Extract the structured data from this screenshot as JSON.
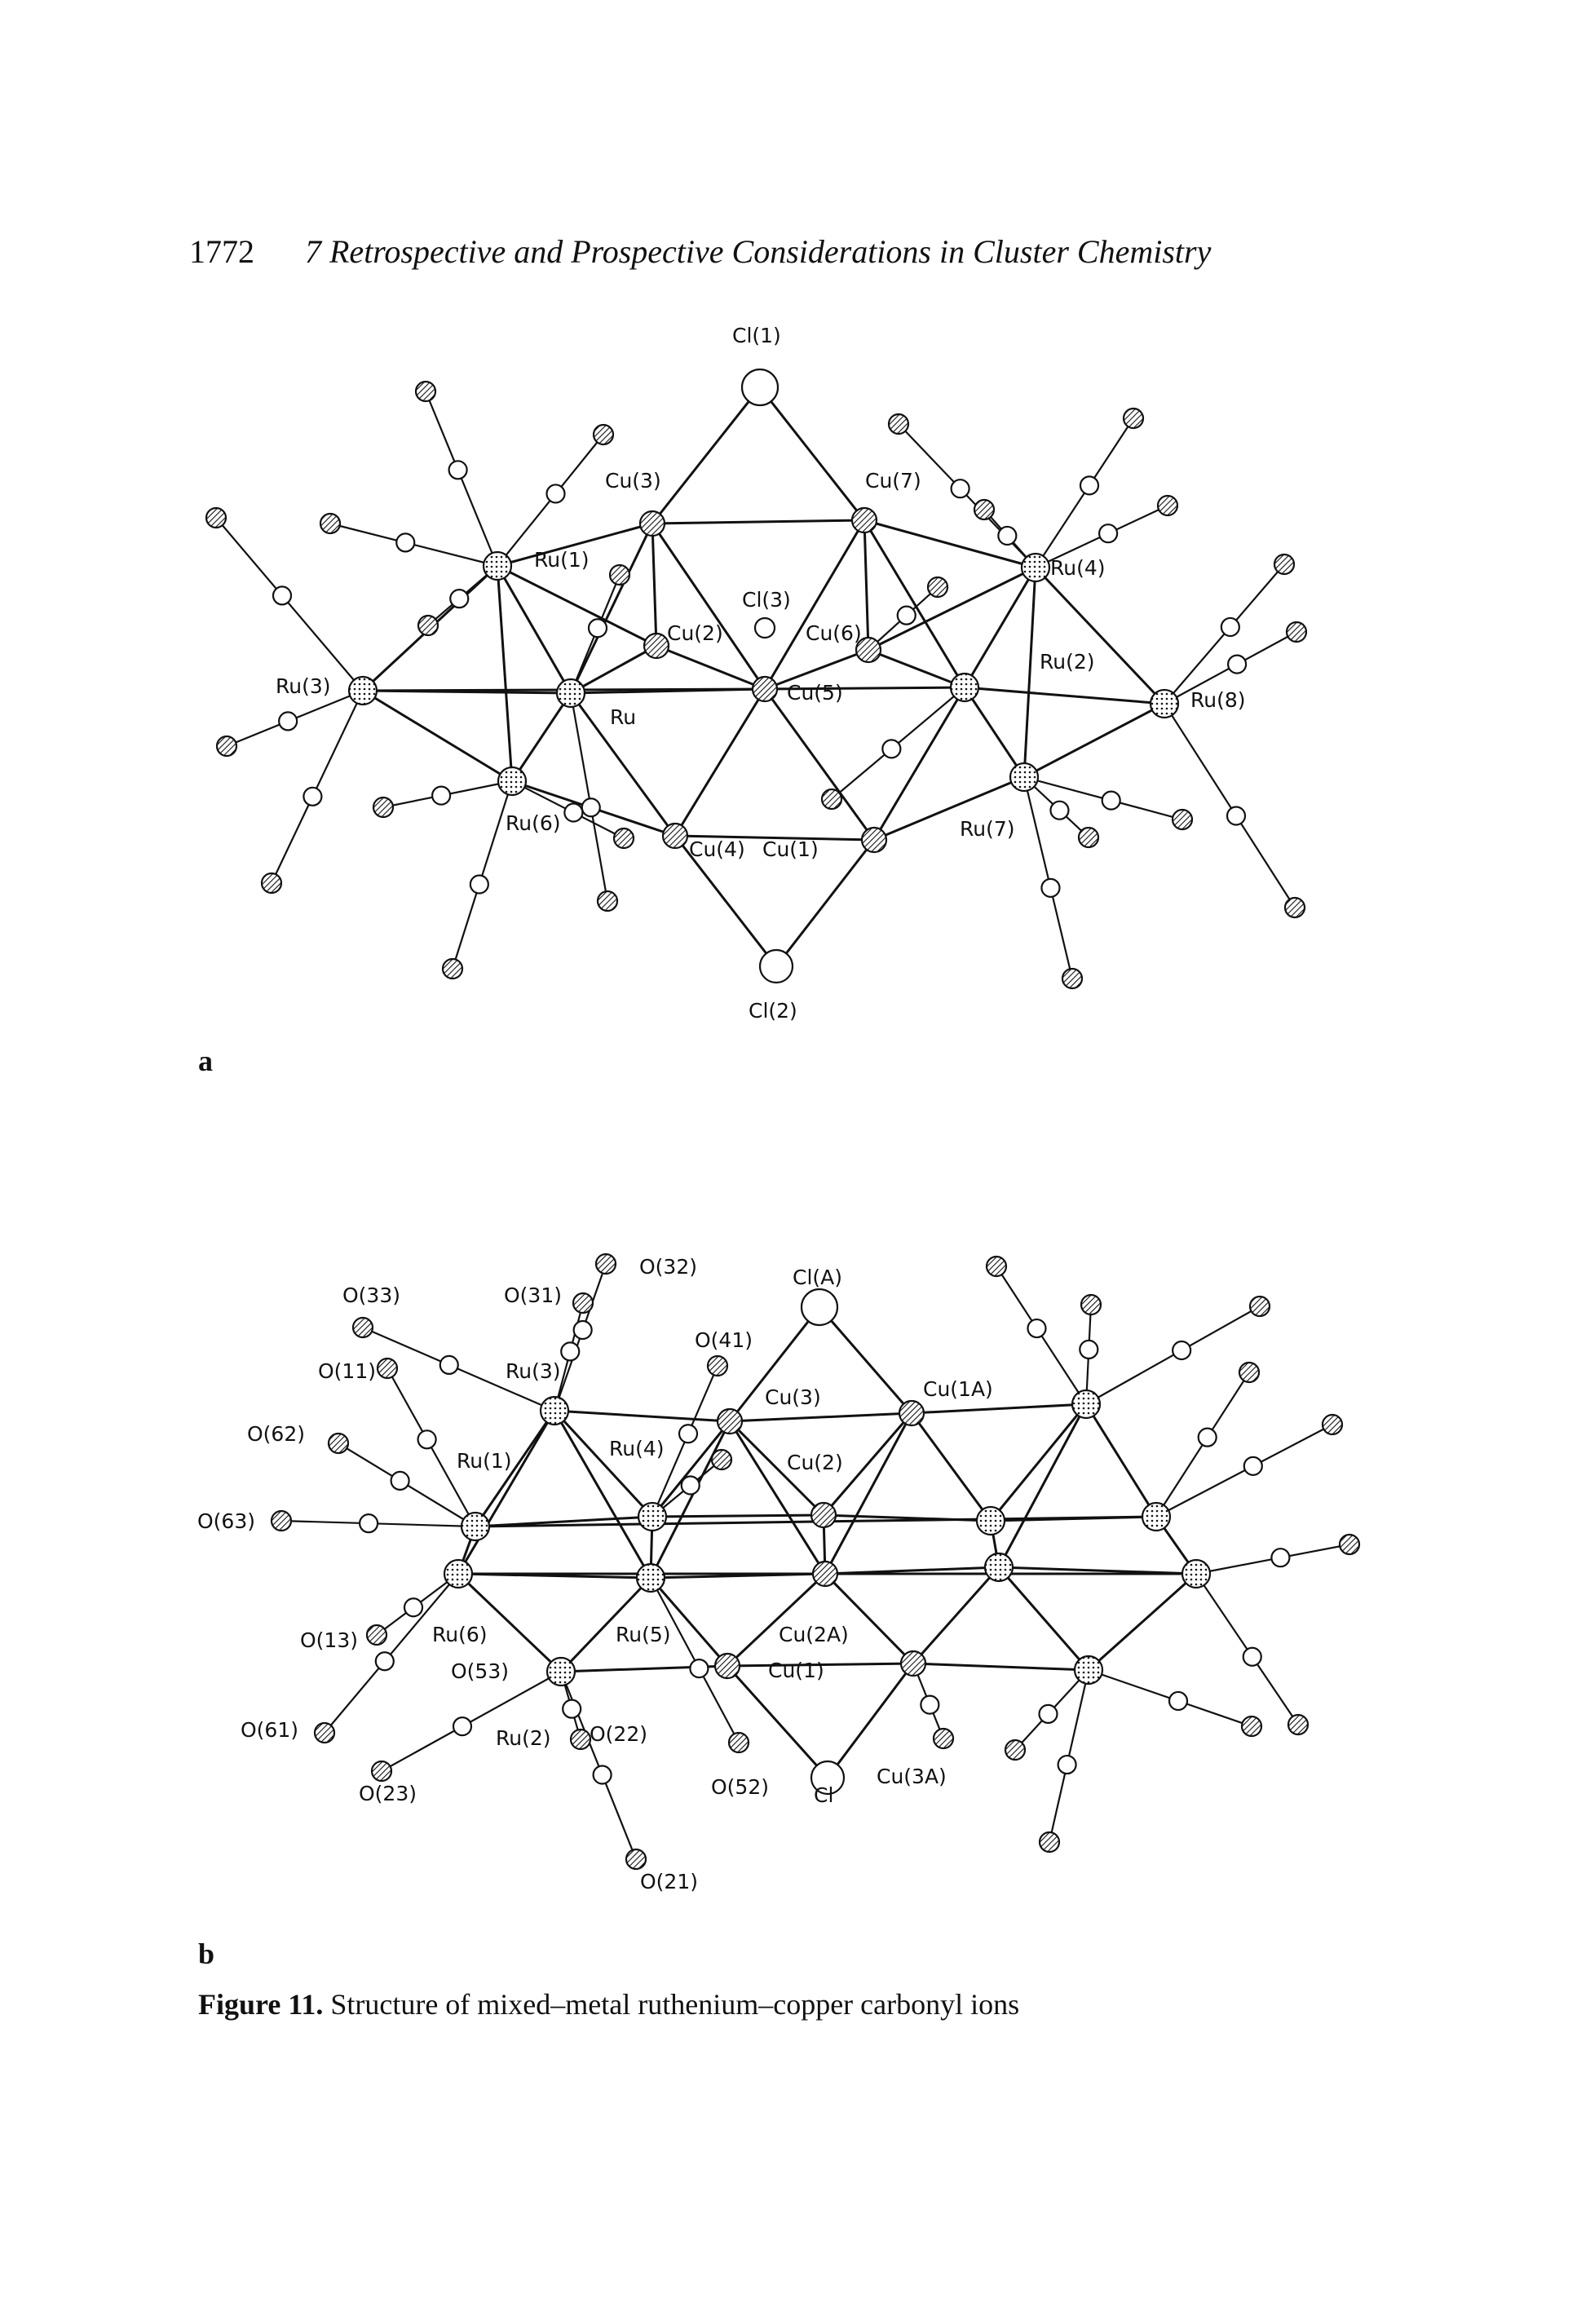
{
  "running_head": {
    "page_number": "1772",
    "title": "7 Retrospective and Prospective Considerations in Cluster Chemistry"
  },
  "figure": {
    "panel_a": {
      "letter": "a",
      "labels": [
        "Cl(1)",
        "Cu(3)",
        "Cu(7)",
        "Ru(1)",
        "Ru(4)",
        "Cl(3)",
        "Cu(2)",
        "Cu(6)",
        "Ru(3)",
        "Cu(5)",
        "Ru(2)",
        "Ru(8)",
        "Ru",
        "Ru(6)",
        "Cu(4)",
        "Cu(1)",
        "Ru(7)",
        "Cl(2)"
      ]
    },
    "panel_b": {
      "letter": "b",
      "labels": [
        "O(32)",
        "Cl(A)",
        "O(33)",
        "O(31)",
        "O(41)",
        "O(11)",
        "Ru(3)",
        "Cu(3)",
        "Cu(1A)",
        "O(62)",
        "Ru(4)",
        "Ru(1)",
        "Cu(2)",
        "O(63)",
        "O(13)",
        "Ru(6)",
        "Ru(5)",
        "Cu(2A)",
        "O(53)",
        "Cu(1)",
        "O(61)",
        "Ru(2)",
        "O(22)",
        "O(23)",
        "O(52)",
        "Cl",
        "Cu(3A)",
        "O(21)"
      ]
    },
    "caption_label": "Figure 11.",
    "caption_text": "Structure of mixed–metal ruthenium–copper carbonyl ions"
  }
}
